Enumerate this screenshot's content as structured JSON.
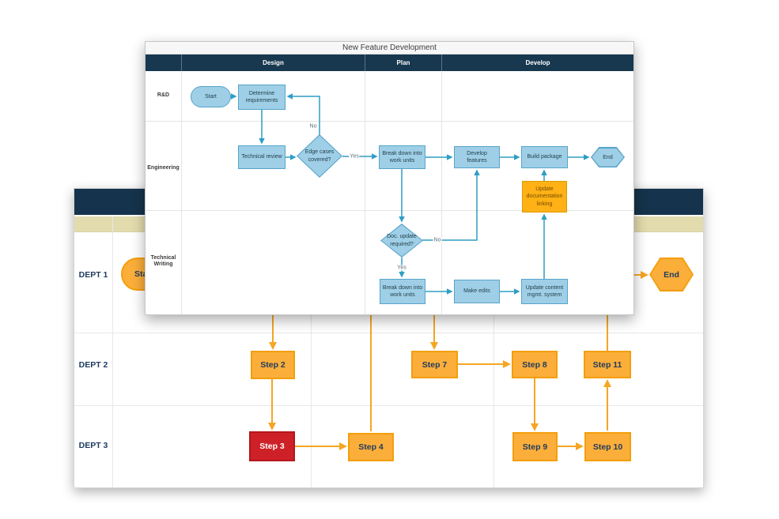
{
  "foreground_chart": {
    "title": "New Feature Development",
    "phases": [
      {
        "label": "Design"
      },
      {
        "label": "Plan"
      },
      {
        "label": "Develop"
      }
    ],
    "lanes": [
      {
        "label": "R&D"
      },
      {
        "label": "Engineering"
      },
      {
        "label": "Technical Writing"
      }
    ],
    "nodes": {
      "start": "Start",
      "determine_requirements": "Determine requirements",
      "technical_review": "Technical review",
      "edge_cases_covered": "Edge cases covered?",
      "break_down_engineering": "Break down into work units",
      "develop_features": "Develop features",
      "build_package": "Build package",
      "end": "End",
      "update_documentation_linking": "Update documentation linking",
      "doc_update_required": "Doc. update required?",
      "break_down_tech_writing": "Break down into work units",
      "make_edits": "Make edits",
      "update_cms": "Update content mgmt. system"
    },
    "edge_labels": {
      "edge_cases_no": "No",
      "edge_cases_yes": "Yes",
      "doc_update_no": "No",
      "doc_update_yes": "Yes"
    },
    "colors": {
      "header_navy": "#17384F",
      "node_blue": "#9FCFE6",
      "connector_blue": "#2E9EC4",
      "node_orange": "#FFB115"
    }
  },
  "background_chart": {
    "lanes": [
      {
        "label": "DEPT 1"
      },
      {
        "label": "DEPT 2"
      },
      {
        "label": "DEPT 3"
      }
    ],
    "nodes": {
      "start": "Start",
      "step2": "Step 2",
      "step3": "Step 3",
      "step4": "Step 4",
      "step7": "Step 7",
      "step8": "Step 8",
      "step9": "Step 9",
      "step10": "Step 10",
      "step11": "Step 11",
      "end": "End"
    },
    "colors": {
      "header_navy": "#15334C",
      "phase_band_tan": "#E2DBAD",
      "node_orange": "#FBAE3A",
      "node_red": "#CE2127",
      "connector_orange": "#F5A623"
    }
  }
}
